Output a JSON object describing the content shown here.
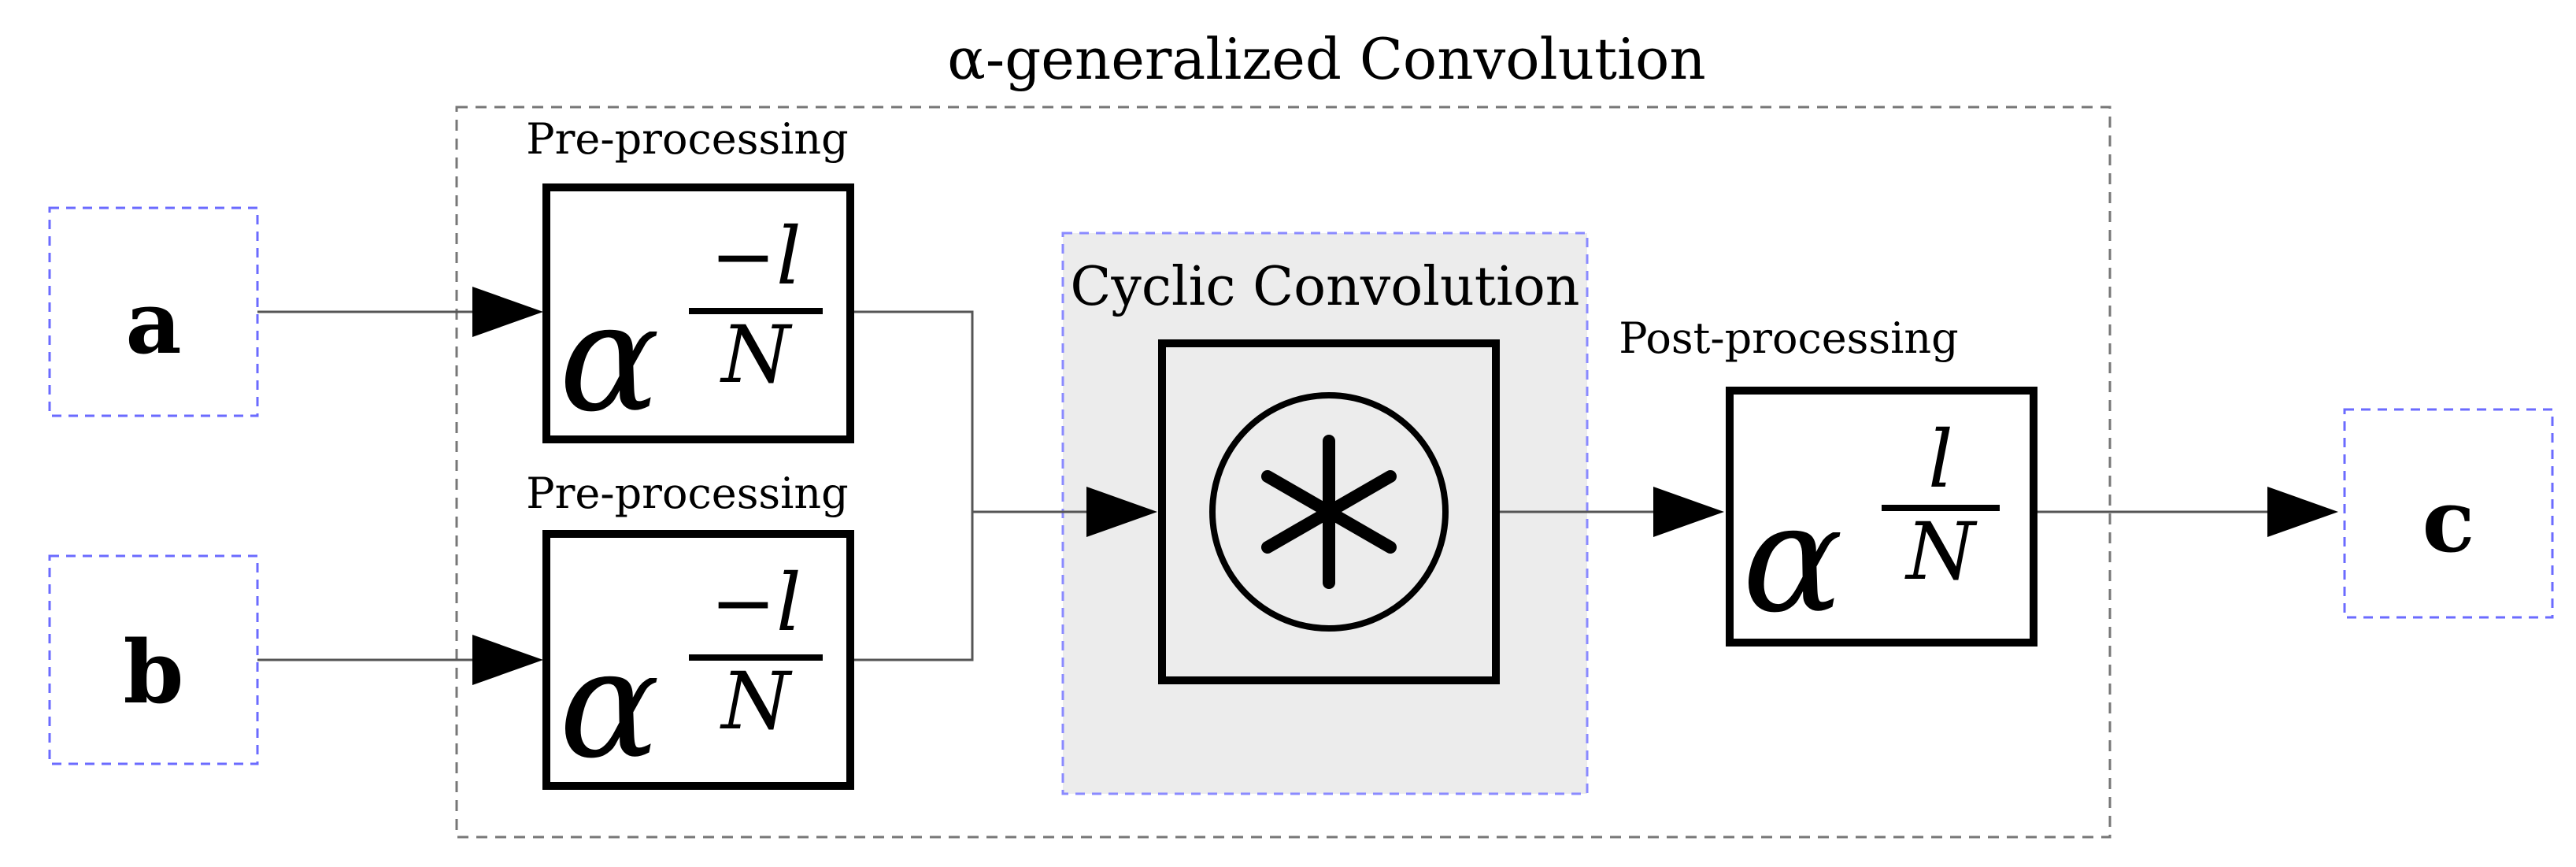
{
  "diagram": {
    "title": "α-generalized Convolution",
    "input_a": "a",
    "input_b": "b",
    "output_c": "c",
    "pre_label_top": "Pre-processing",
    "pre_label_bottom": "Pre-processing",
    "post_label": "Post-processing",
    "cyclic_label": "Cyclic Convolution",
    "pre_symbol": "α",
    "pre_exp_num": "−l",
    "pre_exp_den": "N",
    "post_symbol": "α",
    "post_exp_num": "l",
    "post_exp_den": "N",
    "conv_operator": "∗",
    "colors": {
      "dashed_input_border": "#6b6bff",
      "dashed_group_border": "#777777",
      "cyclic_fill": "#ececec",
      "wire": "#555555",
      "box_border": "#000000"
    }
  }
}
